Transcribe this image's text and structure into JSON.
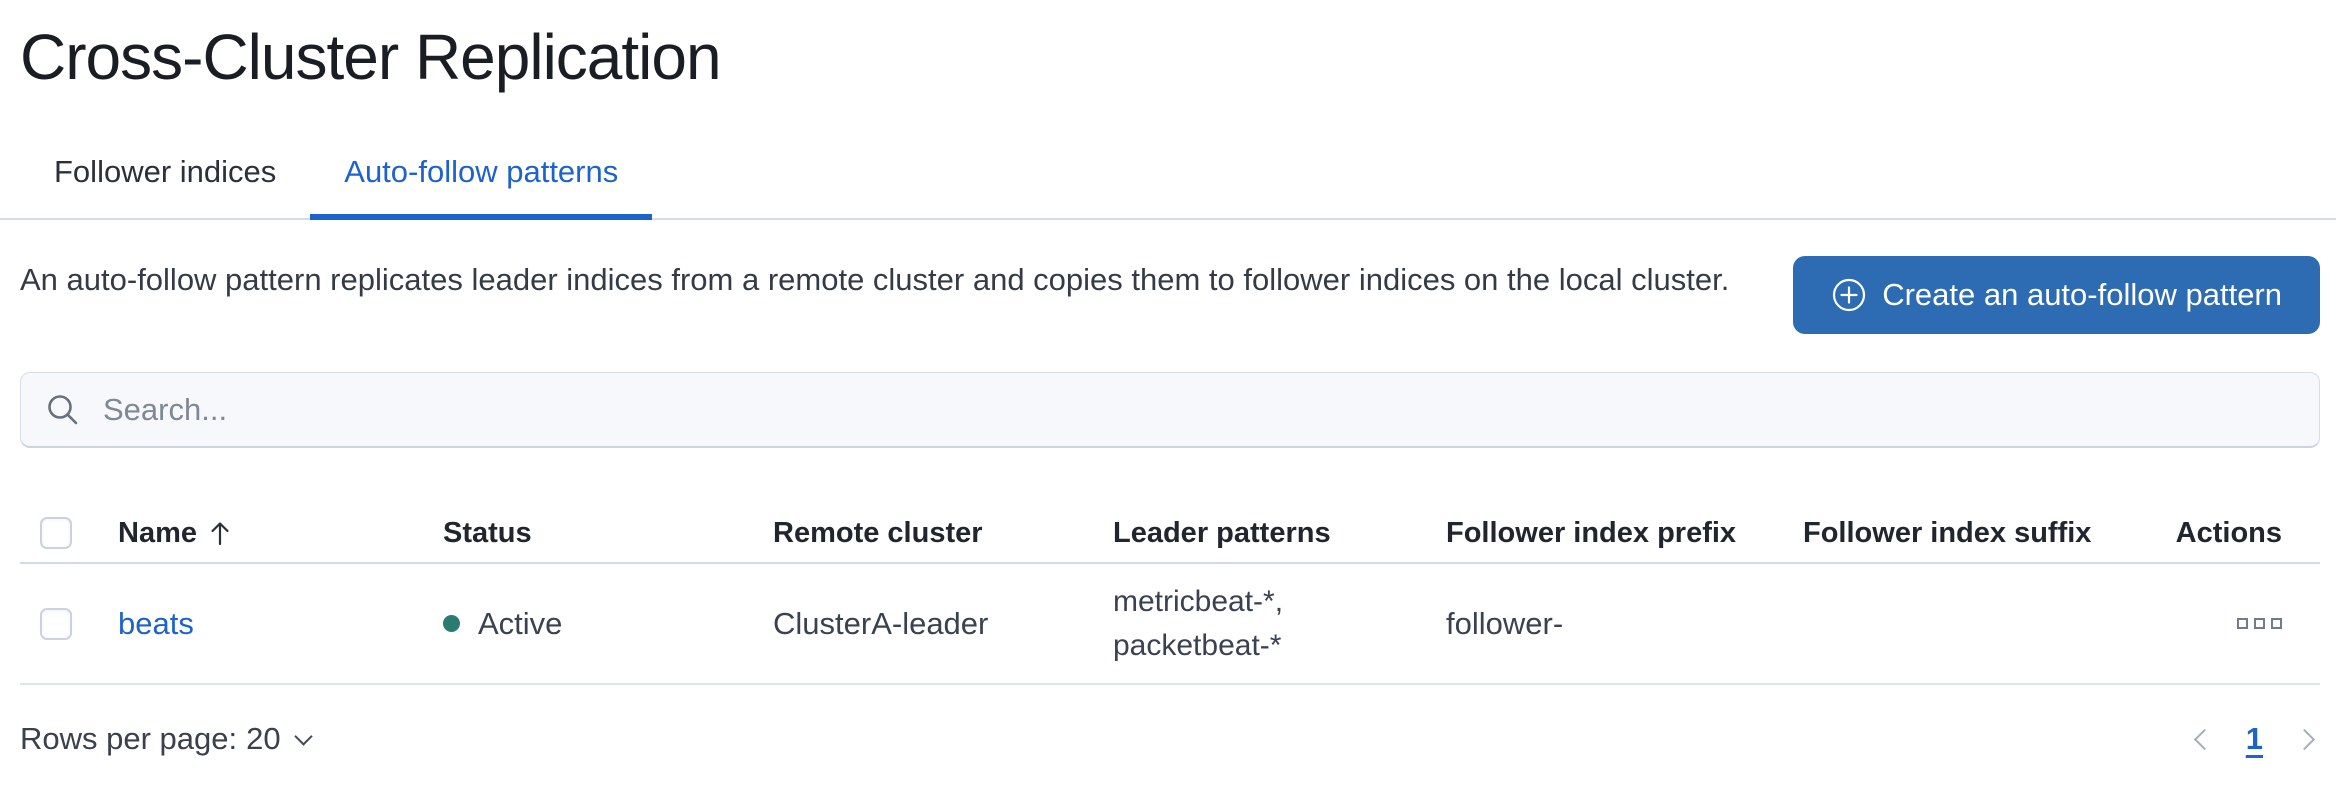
{
  "page": {
    "title": "Cross-Cluster Replication"
  },
  "tabs": [
    {
      "label": "Follower indices",
      "active": false
    },
    {
      "label": "Auto-follow patterns",
      "active": true
    }
  ],
  "description": "An auto-follow pattern replicates leader indices from a remote cluster and copies them to follower indices on the local cluster.",
  "create_button": {
    "label": "Create an auto-follow pattern",
    "icon": "plus-in-circle-icon"
  },
  "search": {
    "placeholder": "Search...",
    "icon": "search-icon"
  },
  "table": {
    "columns": [
      "Name",
      "Status",
      "Remote cluster",
      "Leader patterns",
      "Follower index prefix",
      "Follower index suffix",
      "Actions"
    ],
    "sort": {
      "column": "Name",
      "direction": "ascending",
      "icon": "sort-ascending-arrow-icon"
    },
    "rows": [
      {
        "name": "beats",
        "status": "Active",
        "remote_cluster": "ClusterA-leader",
        "leader_patterns": "metricbeat-*, packetbeat-*",
        "follower_index_prefix": "follower-",
        "follower_index_suffix": "",
        "actions_icon": "boxes-horizontal-icon"
      }
    ]
  },
  "footer": {
    "rows_per_page": {
      "label": "Rows per page:",
      "value": "20",
      "icon": "chevron-down-icon"
    },
    "pagination": {
      "current_page": "1",
      "prev_icon": "chevron-left-icon",
      "next_icon": "chevron-right-icon"
    }
  },
  "colors": {
    "accent_link": "#1d63cc",
    "button_fill": "#2d6cb2",
    "status_active": "#2b7c6f",
    "border_light": "#d5dbe5"
  }
}
